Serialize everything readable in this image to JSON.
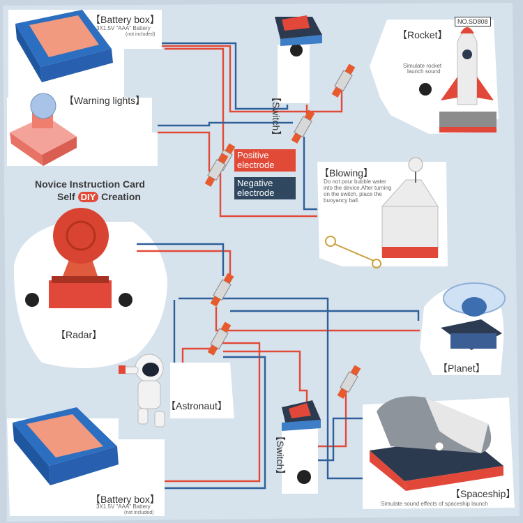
{
  "title": {
    "line1": "Novice Instruction Card",
    "line2_prefix": "Self",
    "line2_badge": "DIY",
    "line2_suffix": "Creation"
  },
  "legend": {
    "positive": "Positive electrode",
    "negative": "Negative electrode",
    "positive_color": "#e24a38",
    "negative_color": "#2f5f99"
  },
  "model_no": "NO.SD808",
  "components": {
    "battery_top": {
      "label": "【Battery box】",
      "spec": "3X1.5V \"AAA\" Battery",
      "note": "(not included)"
    },
    "warning": {
      "label": "【Warning lights】"
    },
    "switch_top": {
      "label": "【Switch】"
    },
    "rocket": {
      "label": "【Rocket】",
      "desc1": "Simulate rocket",
      "desc2": "launch sound"
    },
    "blowing": {
      "label": "【Blowing】",
      "desc1": "Do not pour bubble water",
      "desc2": "into the device.After turning",
      "desc3": "on the switch, place the",
      "desc4": "buoyancy ball."
    },
    "radar": {
      "label": "【Radar】"
    },
    "planet": {
      "label": "【Planet】"
    },
    "astronaut": {
      "label": "【Astronaut】"
    },
    "switch_bottom": {
      "label": "【Switch】"
    },
    "battery_bottom": {
      "label": "【Battery box】",
      "spec": "3X1.5V \"AAA\" Battery",
      "note": "(not included)"
    },
    "spaceship": {
      "label": "【Spaceship】",
      "desc": "Simulate sound effects of spaceship launch"
    }
  }
}
